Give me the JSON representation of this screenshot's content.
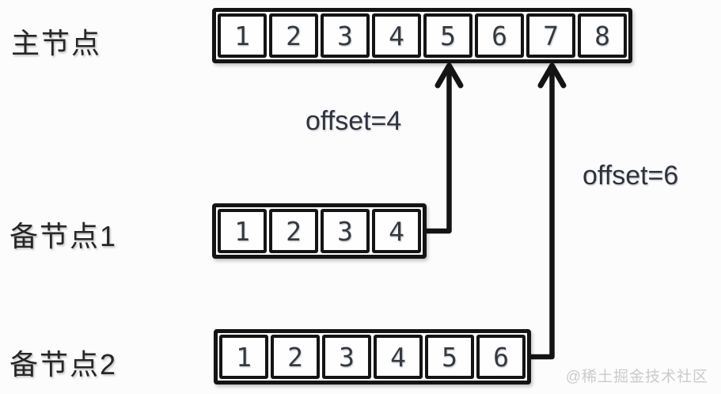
{
  "diagram": {
    "nodes": [
      {
        "id": "master",
        "label": "主节点",
        "cells": [
          "1",
          "2",
          "3",
          "4",
          "5",
          "6",
          "7",
          "8"
        ]
      },
      {
        "id": "backup1",
        "label": "备节点1",
        "cells": [
          "1",
          "2",
          "3",
          "4"
        ]
      },
      {
        "id": "backup2",
        "label": "备节点2",
        "cells": [
          "1",
          "2",
          "3",
          "4",
          "5",
          "6"
        ]
      }
    ],
    "annotations": [
      {
        "id": "offset-4",
        "text": "offset=4",
        "from": "backup1",
        "points_to_master_cell": "5"
      },
      {
        "id": "offset-6",
        "text": "offset=6",
        "from": "backup2",
        "points_to_master_cell": "7"
      }
    ],
    "watermark": "@稀土掘金技术社区",
    "colors": {
      "line": "#141414",
      "label_text": "#262626",
      "cell_text": "#333941",
      "watermark": "#cbcbcb",
      "background": "#fcfcfc"
    }
  }
}
